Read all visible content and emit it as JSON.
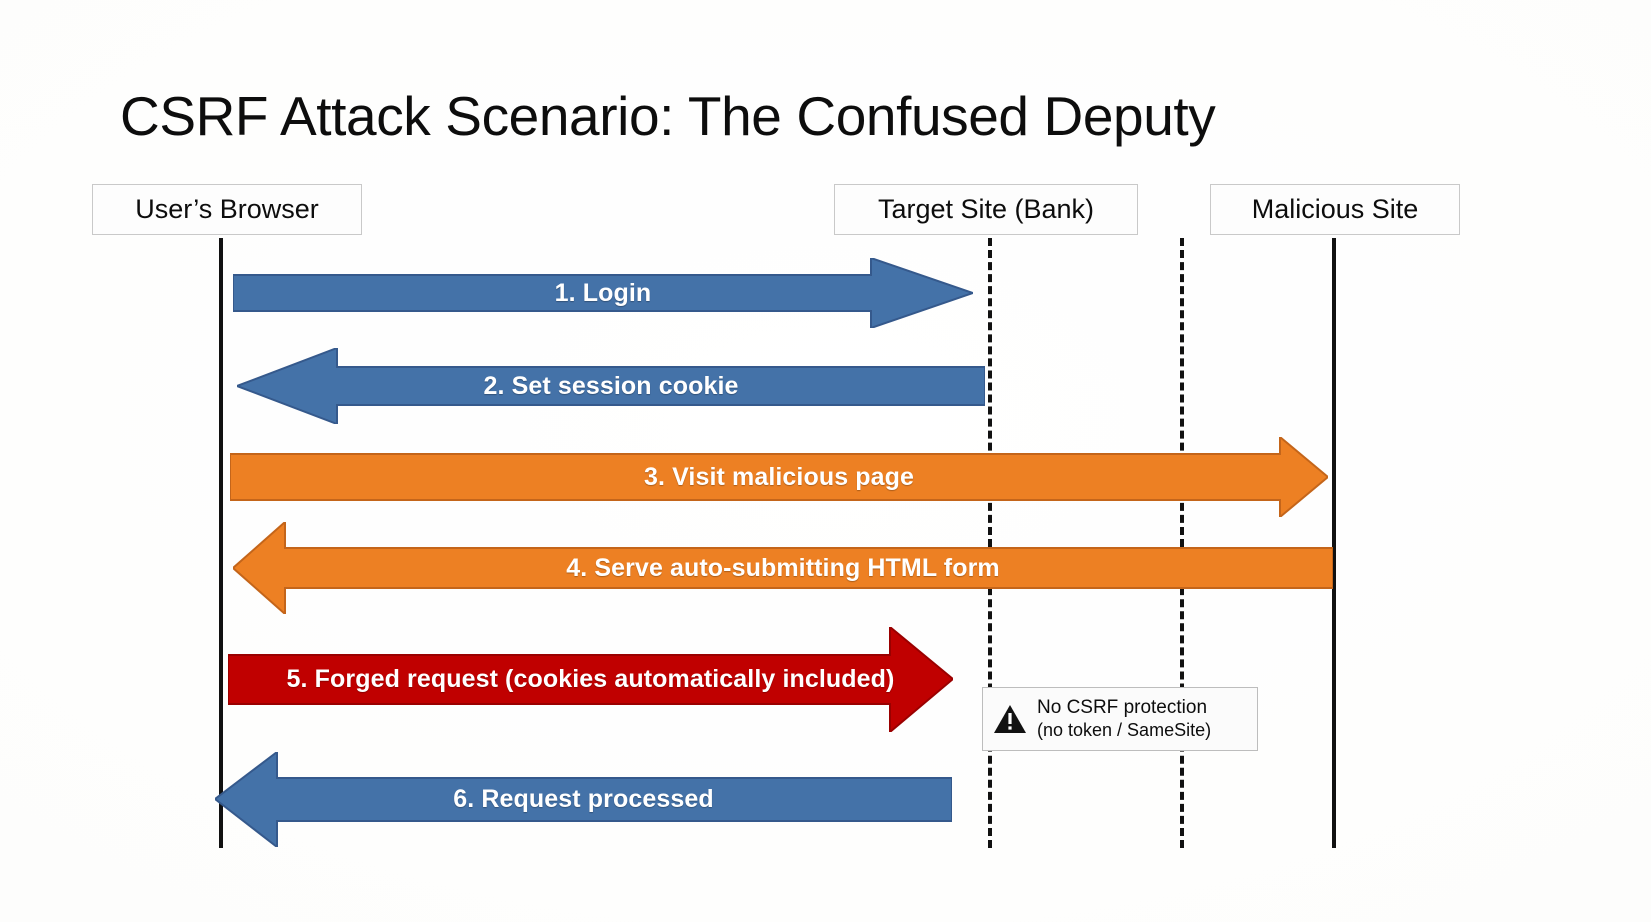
{
  "slide": {
    "title": "CSRF Attack Scenario: The Confused Deputy",
    "background": "#ffffff"
  },
  "colors": {
    "blue": "#4472A8",
    "blue_dark": "#35598C",
    "orange": "#ED8023",
    "orange_dark": "#C4651A",
    "red": "#C00000",
    "red_dark": "#9A0000",
    "lifeline": "#111111",
    "label_text": "#ffffff",
    "title_text": "#0d0d0d"
  },
  "actors": [
    {
      "id": "browser",
      "label": "User’s Browser",
      "lifeline": "solid"
    },
    {
      "id": "target",
      "label": "Target Site (Bank)",
      "lifeline": "dashed"
    },
    {
      "id": "malicious",
      "label": "Malicious Site",
      "lifeline": "dashed"
    }
  ],
  "messages": [
    {
      "step": "1",
      "label": "1. Login",
      "color": "blue",
      "direction": "right",
      "from": "browser",
      "to": "target"
    },
    {
      "step": "2",
      "label": "2. Set session cookie",
      "color": "blue",
      "direction": "left",
      "from": "target",
      "to": "browser"
    },
    {
      "step": "3",
      "label": "3. Visit malicious page",
      "color": "orange",
      "direction": "right",
      "from": "browser",
      "to": "malicious"
    },
    {
      "step": "4",
      "label": "4. Serve auto-submitting HTML form",
      "color": "orange",
      "direction": "left",
      "from": "malicious",
      "to": "browser"
    },
    {
      "step": "5",
      "label": "5. Forged request (cookies automatically included)",
      "color": "red",
      "direction": "right",
      "from": "browser",
      "to": "target"
    },
    {
      "step": "6",
      "label": "6. Request processed",
      "color": "blue",
      "direction": "left",
      "from": "target",
      "to": "browser"
    }
  ],
  "callout": {
    "icon": "warning-triangle-icon",
    "line1": "No CSRF protection",
    "line2": "(no token / SameSite)"
  }
}
